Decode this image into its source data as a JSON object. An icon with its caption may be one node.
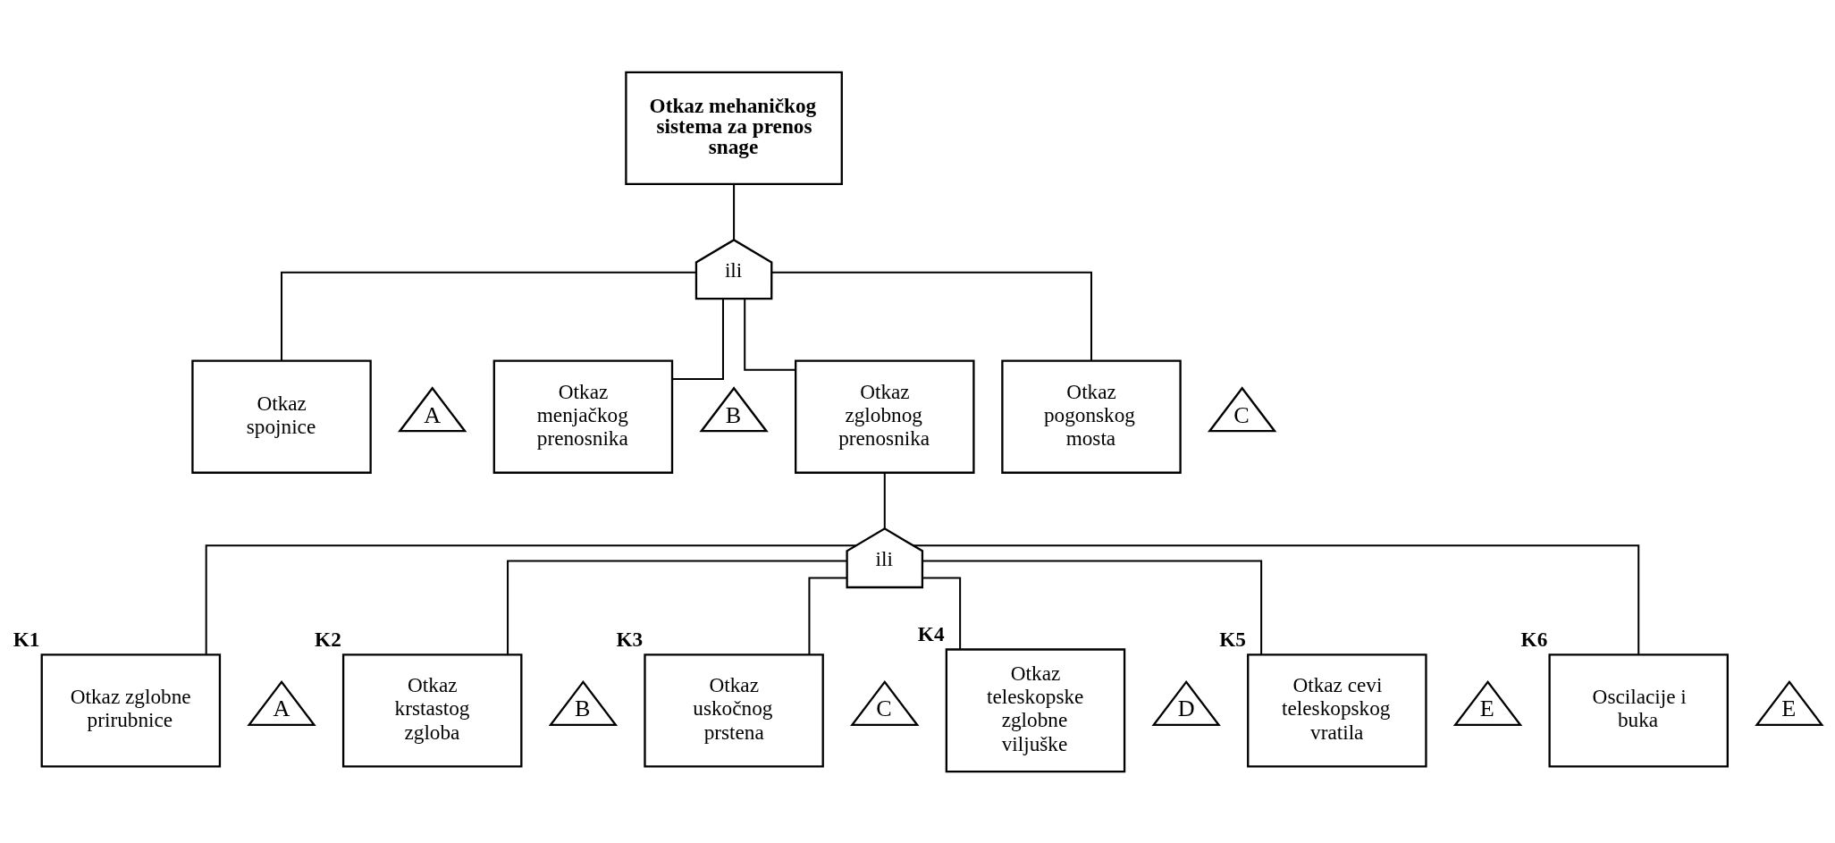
{
  "diagram": {
    "nodes": [
      {
        "text": [
          "Otkaz mehaničkog sistema za prenos snage"
        ]
      },
      {
        "text": [
          "ili"
        ]
      },
      {
        "text": [
          "Otkaz spojnice"
        ]
      },
      {
        "text": [
          "Otkaz menjačkog prenosnika"
        ]
      },
      {
        "text": [
          "Otkaz zglobnog prenosnika"
        ]
      },
      {
        "text": [
          "Otkaz pogonskog mosta"
        ]
      },
      {
        "text": [
          "A"
        ]
      },
      {
        "text": [
          "B"
        ]
      },
      {
        "text": [
          "C"
        ]
      },
      {
        "text": [
          "ili"
        ]
      },
      {
        "text": [
          "Otkaz zglobne prirubnice"
        ],
        "beside": [
          "K1"
        ]
      },
      {
        "text": [
          "Otkaz krstastog zgloba"
        ],
        "beside": [
          "K2"
        ]
      },
      {
        "text": [
          "Otkaz uskočnog prstena"
        ],
        "beside": [
          "K3"
        ]
      },
      {
        "text": [
          "Otkaz teleskopske zglobne viljuške"
        ],
        "beside": [
          "K4"
        ]
      },
      {
        "text": [
          "Otkaz cevi teleskopskog vratila"
        ],
        "beside": [
          "K5"
        ]
      },
      {
        "text": [
          "Oscilacije i buka"
        ],
        "beside": [
          "K6"
        ]
      },
      {
        "text": [
          "A"
        ]
      },
      {
        "text": [
          "B"
        ]
      },
      {
        "text": [
          "C"
        ]
      },
      {
        "text": [
          "D"
        ]
      },
      {
        "text": [
          "E"
        ]
      },
      {
        "text": [
          "E"
        ]
      }
    ],
    "edges": [
      {
        "from": 0,
        "to": 1,
        "arrow": "none"
      },
      {
        "from": 1,
        "to": 2,
        "arrow": "none"
      },
      {
        "from": 1,
        "to": 3,
        "arrow": "none"
      },
      {
        "from": 1,
        "to": 4,
        "arrow": "none"
      },
      {
        "from": 1,
        "to": 5,
        "arrow": "none"
      },
      {
        "from": 4,
        "to": 9,
        "arrow": "none"
      },
      {
        "from": 9,
        "to": 10,
        "arrow": "none"
      },
      {
        "from": 9,
        "to": 11,
        "arrow": "none"
      },
      {
        "from": 9,
        "to": 12,
        "arrow": "none"
      },
      {
        "from": 9,
        "to": 13,
        "arrow": "none"
      },
      {
        "from": 9,
        "to": 14,
        "arrow": "none"
      },
      {
        "from": 9,
        "to": 15,
        "arrow": "none"
      }
    ]
  }
}
